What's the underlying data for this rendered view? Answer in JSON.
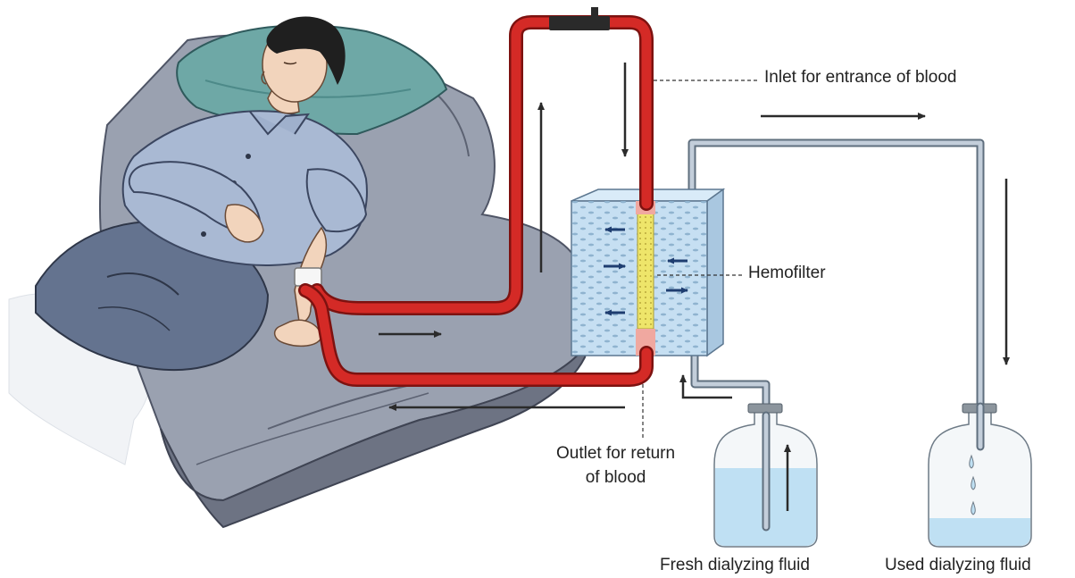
{
  "labels": {
    "inlet": "Inlet for entrance of blood",
    "hemofilter": "Hemofilter",
    "outlet_line1": "Outlet for return",
    "outlet_line2": "of blood",
    "fresh_fluid": "Fresh dialyzing fluid",
    "used_fluid": "Used dialyzing fluid"
  },
  "colors": {
    "blood_tube": "#d42a26",
    "blood_tube_dark": "#8e1714",
    "dialysate_tube": "#b9c6d2",
    "filter_box": "#c6dff2",
    "filter_membrane": "#eee56a",
    "fluid": "#bfe0f3",
    "shirt": "#a9b9d3",
    "pants": "#5f6e8c",
    "mattress": "#8f96a6",
    "pillow": "#5e9c9c",
    "arrow": "#2b2b2b",
    "flow_arrow_inner": "#1e3d70"
  }
}
